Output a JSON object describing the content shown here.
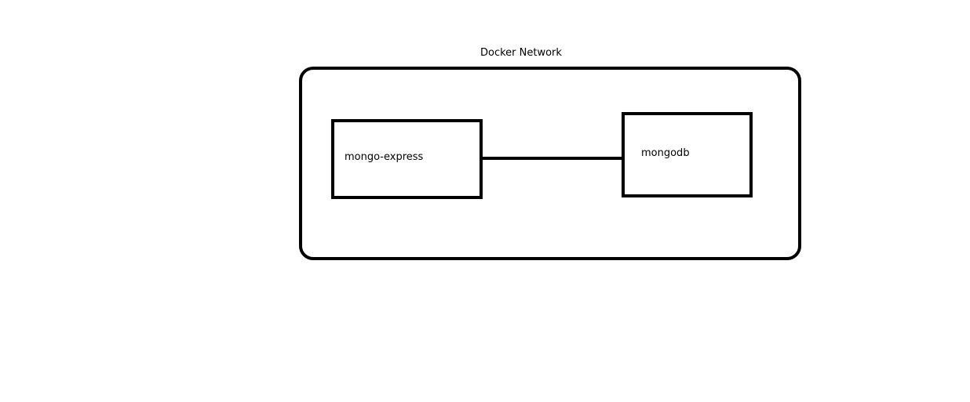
{
  "diagram": {
    "network": {
      "label": "Docker Network"
    },
    "nodes": [
      {
        "id": "mongo-express",
        "label": "mongo-express"
      },
      {
        "id": "mongodb",
        "label": "mongodb"
      }
    ],
    "edges": [
      {
        "from": "mongo-express",
        "to": "mongodb"
      }
    ],
    "colors": {
      "stroke": "#000000",
      "background": "#ffffff"
    }
  }
}
